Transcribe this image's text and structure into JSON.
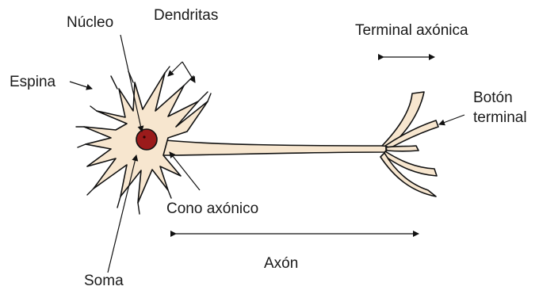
{
  "labels": {
    "nucleo": "Núcleo",
    "dendritas": "Dendritas",
    "espina": "Espina",
    "terminal_axonica": "Terminal axónica",
    "boton_line1": "Botón",
    "boton_line2": "terminal",
    "cono_axonico": "Cono axónico",
    "axon": "Axón",
    "soma": "Soma"
  },
  "colors": {
    "cell_fill": "#f7e6cf",
    "outline": "#111111",
    "nucleus_fill": "#9b1b1b",
    "nucleus_dot": "#2a0505"
  }
}
